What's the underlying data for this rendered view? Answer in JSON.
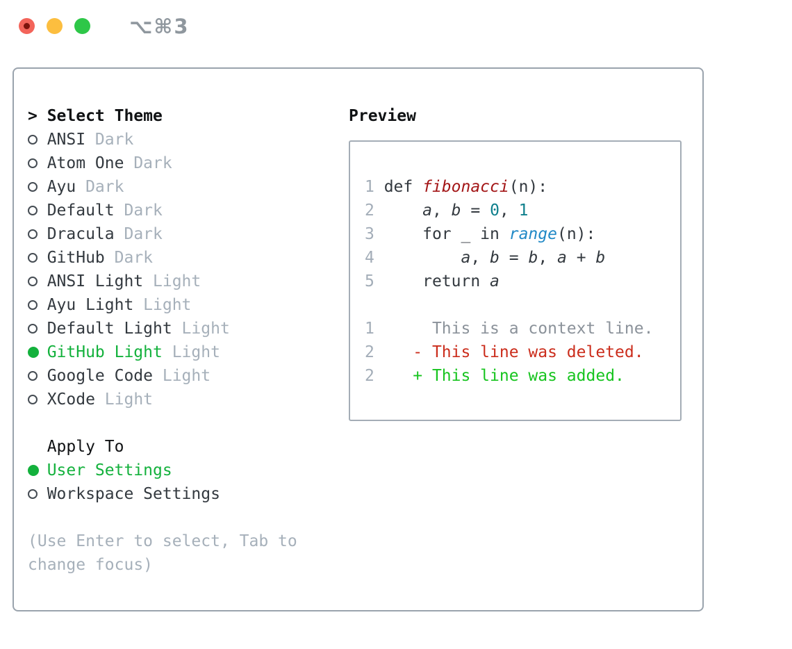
{
  "window": {
    "shortcut": "⌥⌘3"
  },
  "colors": {
    "select_green": "#13b13c",
    "added_green": "#17c41f",
    "deleted_red": "#cb2d1c",
    "func_red": "#a31617",
    "number_teal": "#0e7f8c",
    "builtin_blue": "#2189c6",
    "text_dark": "#33393f",
    "muted": "#a6b0ba",
    "line_number": "#a3adb8",
    "context_gray": "#8b929a",
    "heading": "#101214",
    "border_panel": "#9aa3ad",
    "border_box": "#a4adb6",
    "titlebar_gray": "#8f979e",
    "traffic_red": "#f3645a",
    "traffic_red_inner": "#7d130b",
    "traffic_yellow": "#fcbe3f",
    "traffic_green": "#2ec748"
  },
  "theme_list": {
    "prompt": ">",
    "title": "Select Theme",
    "items": [
      {
        "name": "ANSI",
        "variant": "Dark",
        "selected": false
      },
      {
        "name": "Atom One",
        "variant": "Dark",
        "selected": false
      },
      {
        "name": "Ayu",
        "variant": "Dark",
        "selected": false
      },
      {
        "name": "Default",
        "variant": "Dark",
        "selected": false
      },
      {
        "name": "Dracula",
        "variant": "Dark",
        "selected": false
      },
      {
        "name": "GitHub",
        "variant": "Dark",
        "selected": false
      },
      {
        "name": "ANSI Light",
        "variant": "Light",
        "selected": false
      },
      {
        "name": "Ayu Light",
        "variant": "Light",
        "selected": false
      },
      {
        "name": "Default Light",
        "variant": "Light",
        "selected": false
      },
      {
        "name": "GitHub Light",
        "variant": "Light",
        "selected": true
      },
      {
        "name": "Google Code",
        "variant": "Light",
        "selected": false
      },
      {
        "name": "XCode",
        "variant": "Light",
        "selected": false
      }
    ]
  },
  "apply_to": {
    "title": "Apply To",
    "options": [
      {
        "label": "User Settings",
        "selected": true
      },
      {
        "label": "Workspace Settings",
        "selected": false
      }
    ]
  },
  "hint": "(Use Enter to select, Tab to change focus)",
  "preview": {
    "title": "Preview",
    "lines": [
      {
        "num": "1",
        "tokens": [
          {
            "text": "def ",
            "style": "plain"
          },
          {
            "text": "fibonacci",
            "style": "func"
          },
          {
            "text": "(n):",
            "style": "plain"
          }
        ]
      },
      {
        "num": "2",
        "tokens": [
          {
            "text": "    ",
            "style": "plain"
          },
          {
            "text": "a",
            "style": "var"
          },
          {
            "text": ", ",
            "style": "plain"
          },
          {
            "text": "b",
            "style": "var"
          },
          {
            "text": " = ",
            "style": "plain"
          },
          {
            "text": "0",
            "style": "num"
          },
          {
            "text": ", ",
            "style": "plain"
          },
          {
            "text": "1",
            "style": "num"
          }
        ]
      },
      {
        "num": "3",
        "tokens": [
          {
            "text": "    for _ in ",
            "style": "plain"
          },
          {
            "text": "range",
            "style": "builtin"
          },
          {
            "text": "(n):",
            "style": "plain"
          }
        ]
      },
      {
        "num": "4",
        "tokens": [
          {
            "text": "        ",
            "style": "plain"
          },
          {
            "text": "a",
            "style": "var"
          },
          {
            "text": ", ",
            "style": "plain"
          },
          {
            "text": "b",
            "style": "var"
          },
          {
            "text": " = ",
            "style": "plain"
          },
          {
            "text": "b",
            "style": "var"
          },
          {
            "text": ", ",
            "style": "plain"
          },
          {
            "text": "a",
            "style": "var"
          },
          {
            "text": " + ",
            "style": "plain"
          },
          {
            "text": "b",
            "style": "var"
          }
        ]
      },
      {
        "num": "5",
        "tokens": [
          {
            "text": "    return ",
            "style": "plain"
          },
          {
            "text": "a",
            "style": "var"
          }
        ]
      },
      {
        "num": "",
        "tokens": []
      },
      {
        "num": "1",
        "tokens": [
          {
            "text": "     This is a context line.",
            "style": "context"
          }
        ]
      },
      {
        "num": "2",
        "tokens": [
          {
            "text": "   - This line was deleted.",
            "style": "deleted"
          }
        ]
      },
      {
        "num": "2",
        "tokens": [
          {
            "text": "   + This line was added.",
            "style": "added"
          }
        ]
      }
    ]
  }
}
